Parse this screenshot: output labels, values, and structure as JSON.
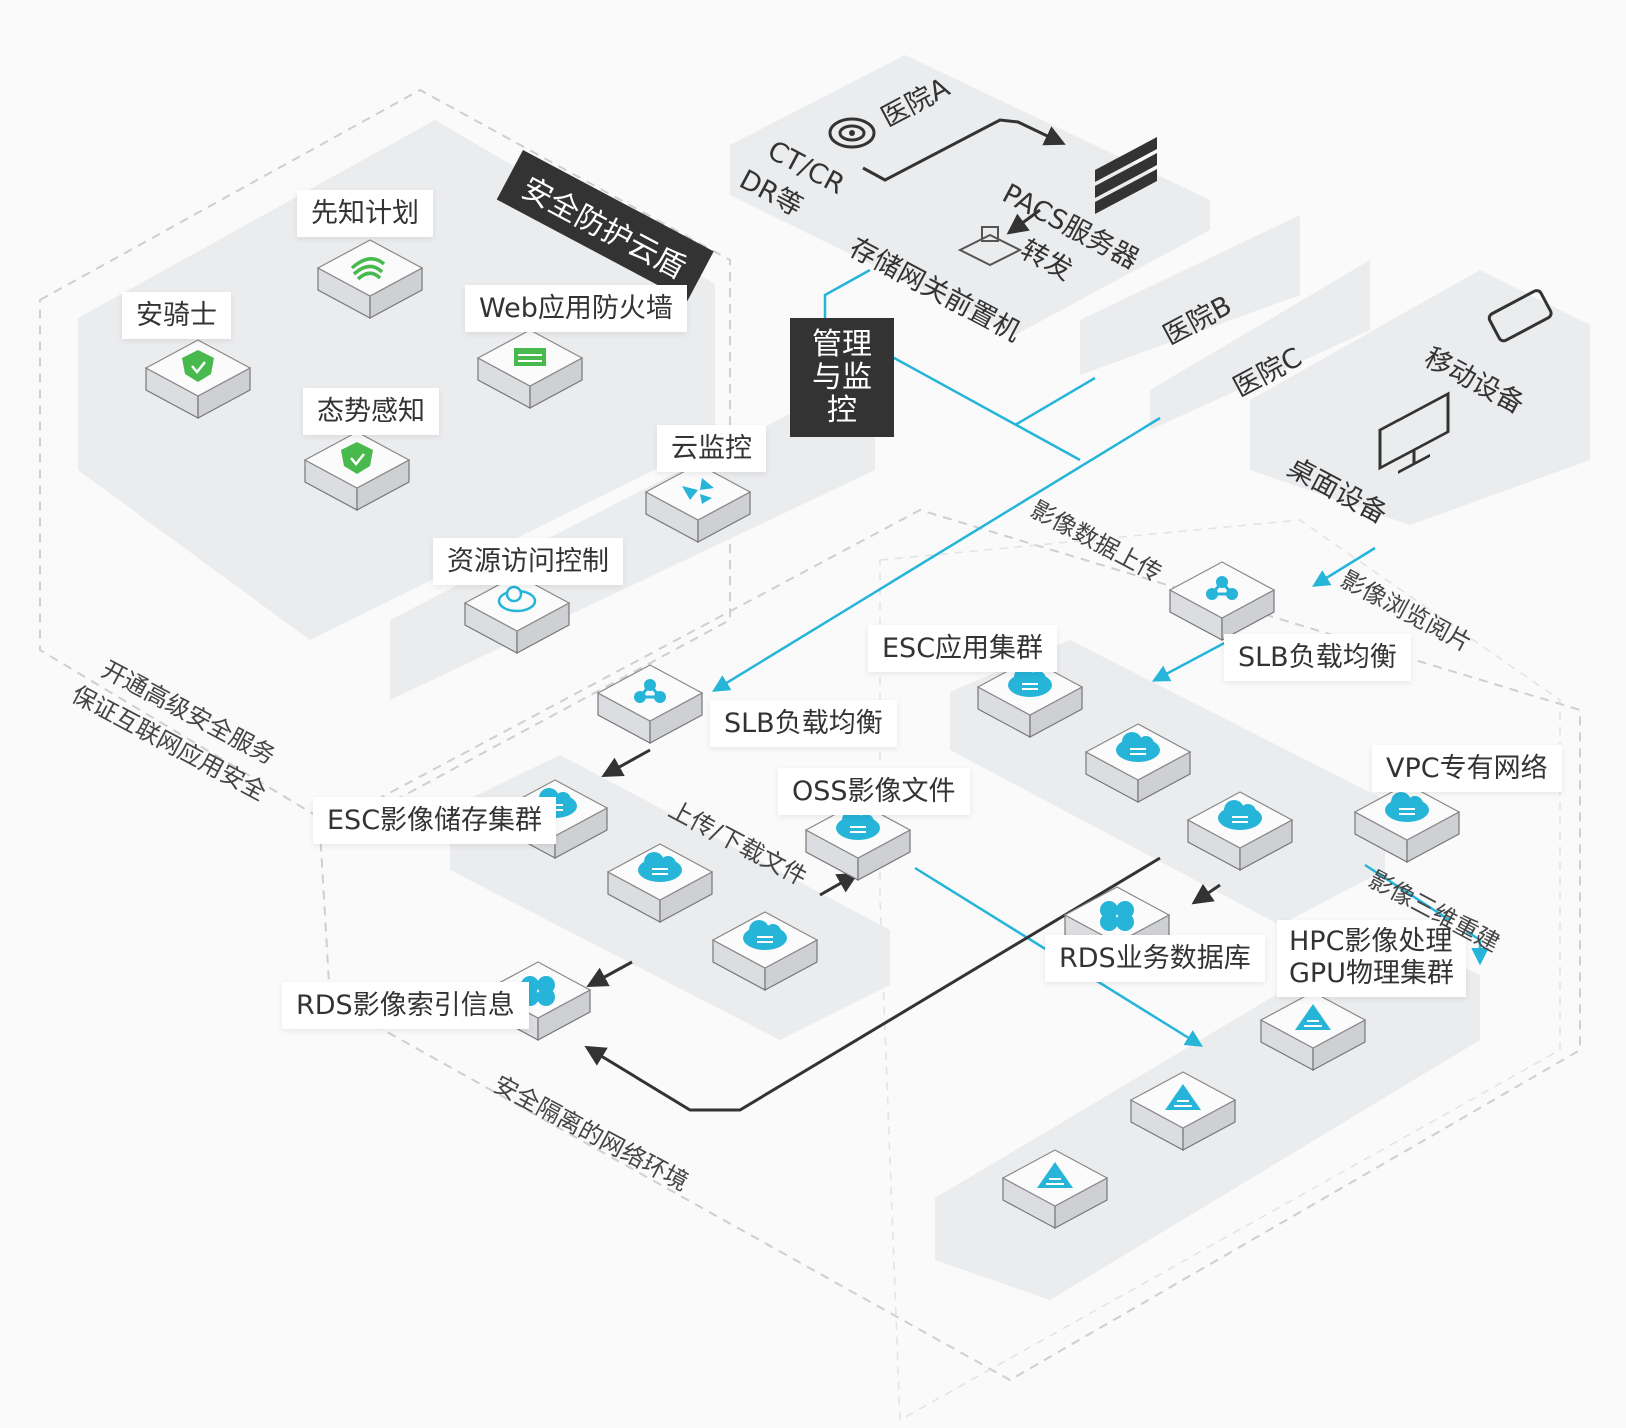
{
  "colors": {
    "accent": "#26b5d9",
    "green": "#47b94d",
    "dark": "#333333",
    "dashed": "#c8c8c8",
    "panel": "#ebecee"
  },
  "security": {
    "banner": "安全防护云盾",
    "items": [
      "先知计划",
      "安骑士",
      "Web应用防火墙",
      "态势感知"
    ],
    "note_line1": "开通高级安全服务",
    "note_line2": "保证互联网应用安全"
  },
  "management": {
    "banner_line1": "管理",
    "banner_line2": "与监控",
    "items": [
      "云监控",
      "资源访问控制"
    ]
  },
  "hospital_a": {
    "title": "医院A",
    "device": "CT/CR",
    "device2": "DR等",
    "server": "PACS服务器",
    "forward": "转发",
    "gateway": "存储网关前置机"
  },
  "hospital_b": {
    "title": "医院B"
  },
  "hospital_c": {
    "title": "医院C"
  },
  "devices": {
    "mobile": "移动设备",
    "desktop": "桌面设备"
  },
  "flows": {
    "upload": "影像数据上传",
    "browse": "影像浏览阅片",
    "updown": "上传/下载文件",
    "recon": "影像三维重建",
    "isolation": "安全隔离的网络环境"
  },
  "nodes": {
    "slb_right": "SLB负载均衡",
    "slb_left": "SLB负载均衡",
    "esc_app": "ESC应用集群",
    "vpc": "VPC专有网络",
    "oss": "OSS影像文件",
    "esc_storage": "ESC影像储存集群",
    "rds_index": "RDS影像索引信息",
    "rds_biz": "RDS业务数据库",
    "hpc_line1": "HPC影像处理",
    "hpc_line2": "GPU物理集群"
  },
  "icons": {
    "cloud": "cloud-server-icon",
    "shield": "shield-icon",
    "network": "network-share-icon",
    "gpu": "triangle-gpu-icon",
    "db": "database-cluster-icon",
    "monitor": "monitor-icon",
    "phone": "phone-icon",
    "server": "server-rack-icon"
  }
}
